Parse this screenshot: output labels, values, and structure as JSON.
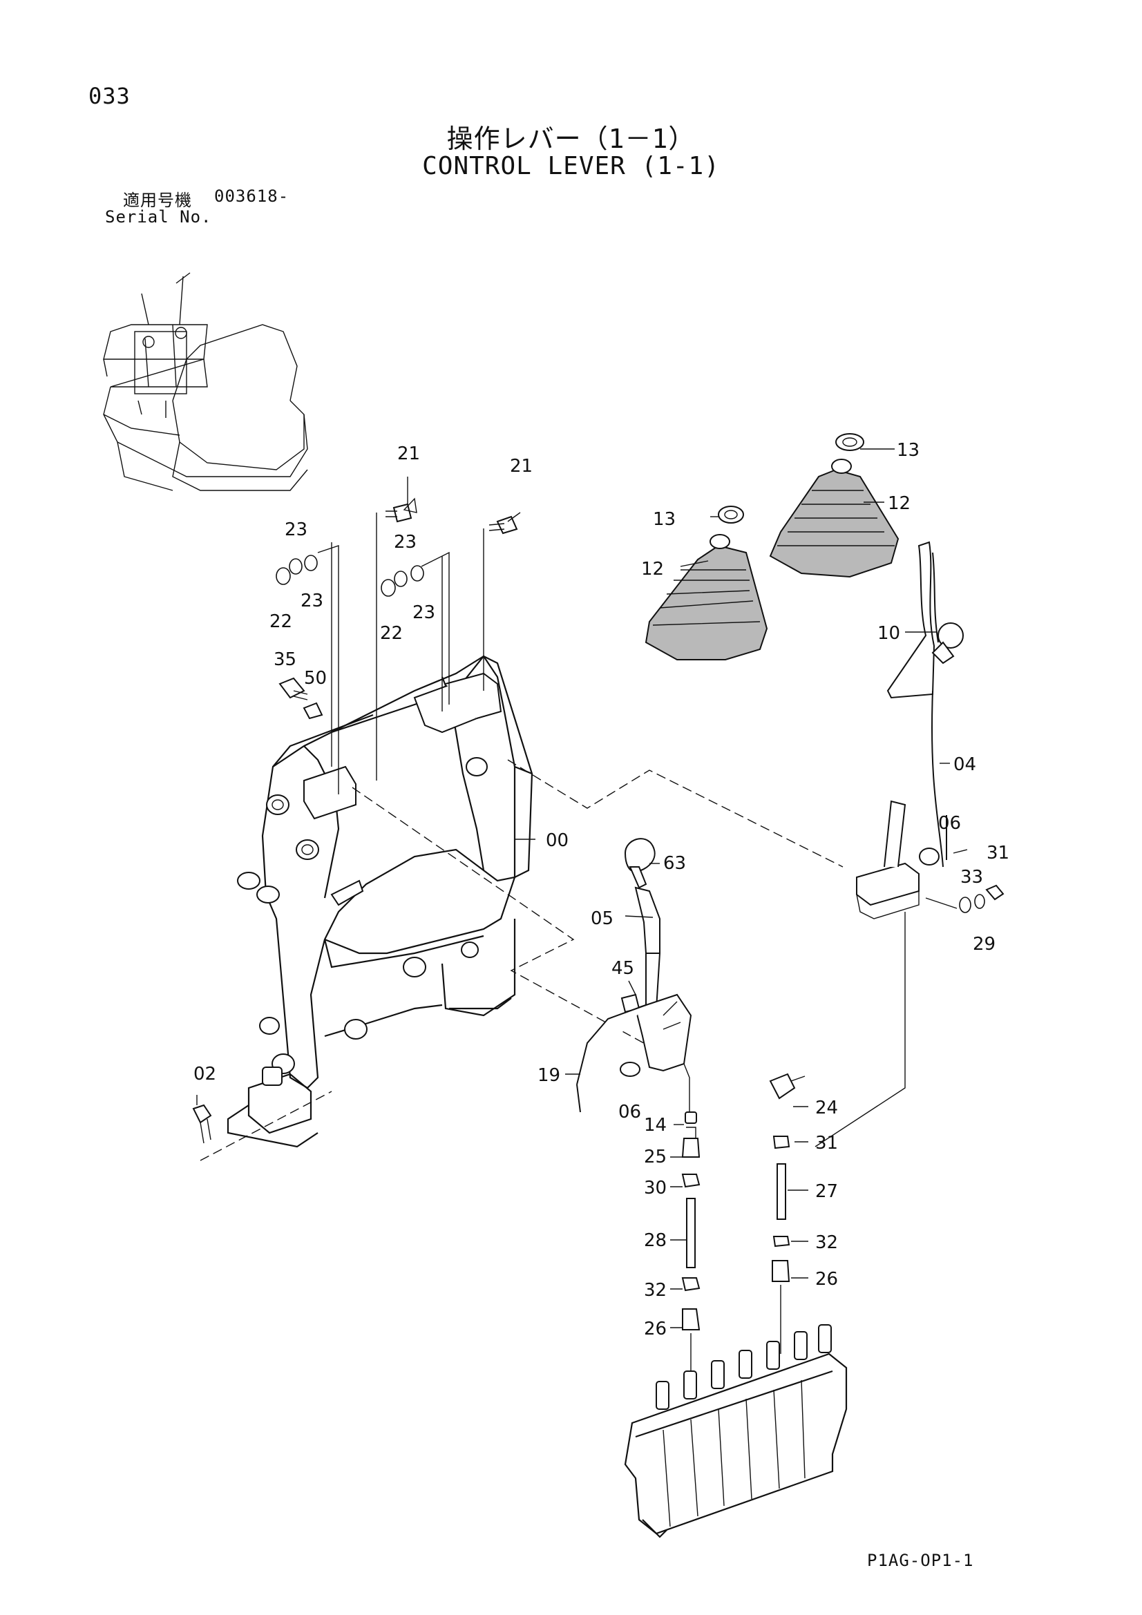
{
  "header": {
    "page_number": "033",
    "title_jp": "操作レバー（1－1）",
    "title_en": "CONTROL LEVER (1-1)",
    "serial_label_jp": "適用号機",
    "serial_value": "003618-",
    "serial_label_en": "Serial No."
  },
  "footer": {
    "doc_code": "P1AG-OP1-1"
  },
  "callouts": [
    {
      "name": "callout-21-a",
      "text": "21"
    },
    {
      "name": "callout-21-b",
      "text": "21"
    },
    {
      "name": "callout-13-a",
      "text": "13"
    },
    {
      "name": "callout-13-b",
      "text": "13"
    },
    {
      "name": "callout-12-a",
      "text": "12"
    },
    {
      "name": "callout-12-b",
      "text": "12"
    },
    {
      "name": "callout-23-a",
      "text": "23"
    },
    {
      "name": "callout-23-b",
      "text": "23"
    },
    {
      "name": "callout-23-c",
      "text": "23"
    },
    {
      "name": "callout-23-d",
      "text": "23"
    },
    {
      "name": "callout-22-a",
      "text": "22"
    },
    {
      "name": "callout-22-b",
      "text": "22"
    },
    {
      "name": "callout-35",
      "text": "35"
    },
    {
      "name": "callout-50",
      "text": "50"
    },
    {
      "name": "callout-10",
      "text": "10"
    },
    {
      "name": "callout-04",
      "text": "04"
    },
    {
      "name": "callout-00",
      "text": "00"
    },
    {
      "name": "callout-63",
      "text": "63"
    },
    {
      "name": "callout-06-a",
      "text": "06"
    },
    {
      "name": "callout-31-a",
      "text": "31"
    },
    {
      "name": "callout-33",
      "text": "33"
    },
    {
      "name": "callout-29",
      "text": "29"
    },
    {
      "name": "callout-05",
      "text": "05"
    },
    {
      "name": "callout-45",
      "text": "45"
    },
    {
      "name": "callout-02",
      "text": "02"
    },
    {
      "name": "callout-19",
      "text": "19"
    },
    {
      "name": "callout-06-b",
      "text": "06"
    },
    {
      "name": "callout-14",
      "text": "14"
    },
    {
      "name": "callout-25",
      "text": "25"
    },
    {
      "name": "callout-30",
      "text": "30"
    },
    {
      "name": "callout-28",
      "text": "28"
    },
    {
      "name": "callout-32-a",
      "text": "32"
    },
    {
      "name": "callout-26-a",
      "text": "26"
    },
    {
      "name": "callout-24",
      "text": "24"
    },
    {
      "name": "callout-31-b",
      "text": "31"
    },
    {
      "name": "callout-27",
      "text": "27"
    },
    {
      "name": "callout-32-b",
      "text": "32"
    },
    {
      "name": "callout-26-b",
      "text": "26"
    }
  ]
}
